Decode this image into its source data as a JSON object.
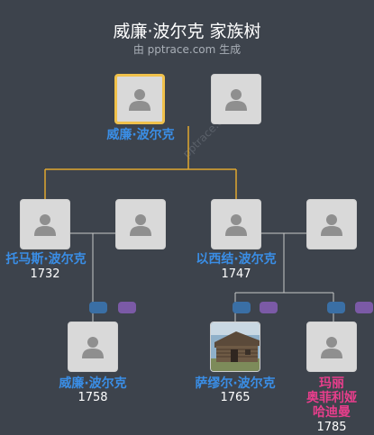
{
  "header": {
    "title": "威廉·波尔克 家族树",
    "subtitle": "由 pptrace.com 生成",
    "watermark": "pptrace.com"
  },
  "people": {
    "root": {
      "name": "威廉·波尔克"
    },
    "child1": {
      "name": "托马斯·波尔克",
      "year": "1732"
    },
    "child2": {
      "name": "以西结·波尔克",
      "year": "1747"
    },
    "gc1": {
      "name": "威廉·波尔克",
      "year": "1758"
    },
    "gc2": {
      "name": "萨缪尔·波尔克",
      "year": "1765"
    },
    "gc3": {
      "name_line1": "玛丽",
      "name_line2": "奥菲利娅",
      "name_line3": "哈迪曼",
      "year": "1785"
    }
  },
  "icons": {
    "placeholder": "person-silhouette-icon",
    "photo": "log-cabin-photo"
  },
  "colors": {
    "selected_border": "#f0c14b",
    "male_name": "#3a8ee6",
    "female_name": "#e83e8c",
    "direct_line": "#e0a82e",
    "connector": "#c8c8c8",
    "pill_blue": "#3a6fa5",
    "pill_purple": "#7b5aa6"
  }
}
